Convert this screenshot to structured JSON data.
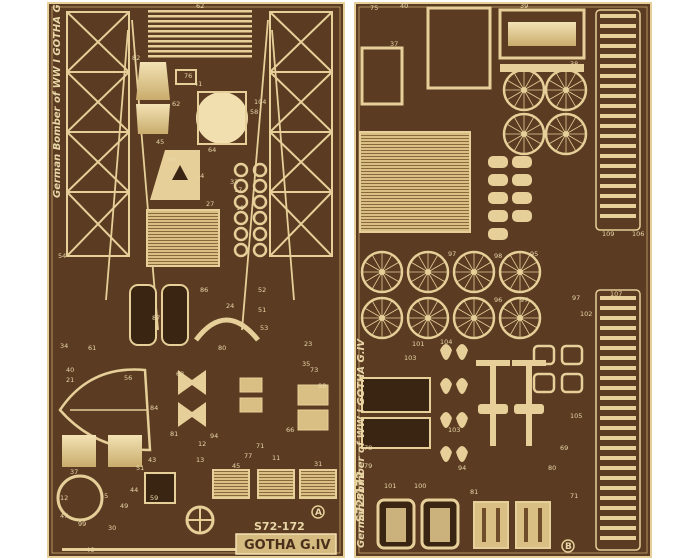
{
  "left_sheet": {
    "vertical_text": "German Bomber of WW I  GOTHA G.IV",
    "code": "S72-172",
    "nameplate": "GOTHA G.IV",
    "badge": "A",
    "part_numbers": [
      "62",
      "82",
      "76",
      "41",
      "62",
      "104",
      "58",
      "45",
      "64",
      "46",
      "14",
      "33",
      "27",
      "17",
      "19",
      "86",
      "24",
      "52",
      "51",
      "53",
      "54",
      "87",
      "80",
      "40",
      "21",
      "23",
      "35",
      "34",
      "61",
      "56",
      "62",
      "73",
      "88",
      "84",
      "94",
      "66",
      "81",
      "12",
      "77",
      "45",
      "37",
      "43",
      "13",
      "71",
      "11",
      "31",
      "12",
      "55",
      "99",
      "30",
      "47",
      "49",
      "44",
      "51",
      "59",
      "46"
    ]
  },
  "right_sheet": {
    "vertical_text": "German Bomber of WW I  GOTHA G.IV",
    "code": "S72-172",
    "badge": "B",
    "part_numbers": [
      "75",
      "40",
      "39",
      "38",
      "37",
      "109",
      "106",
      "103",
      "104",
      "97",
      "98",
      "95",
      "97",
      "96",
      "97",
      "101",
      "101",
      "100",
      "78",
      "79",
      "102",
      "103",
      "107",
      "105",
      "69",
      "81",
      "80",
      "71",
      "94"
    ]
  },
  "colors": {
    "background": "#ffffff",
    "sheet": "#5b3b22",
    "sheet_dark": "#4a2f1b",
    "etch": "#e6cf98",
    "etch_shadow": "#a88a55"
  }
}
